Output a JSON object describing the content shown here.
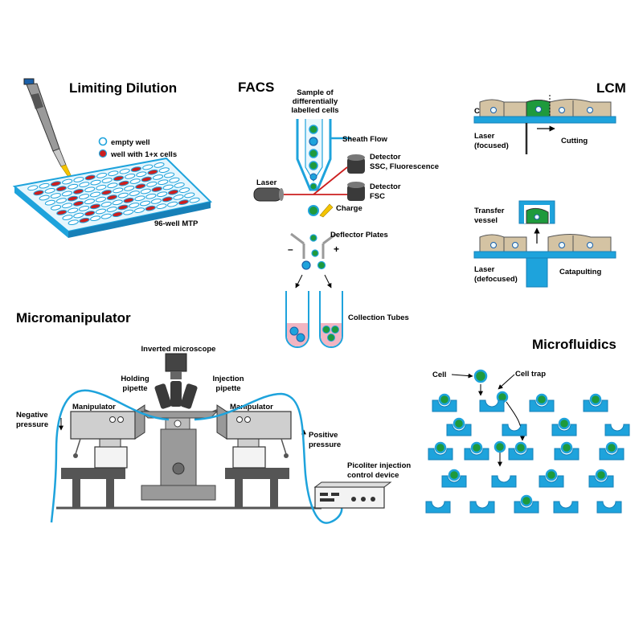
{
  "titles": {
    "limiting_dilution": "Limiting Dilution",
    "facs": "FACS",
    "lcm": "LCM",
    "micromanipulator": "Micromanipulator",
    "microfluidics": "Microfluidics"
  },
  "limiting_dilution": {
    "legend_empty": "empty well",
    "legend_cells": "well with 1+x cells",
    "plate_label": "96-well MTP"
  },
  "facs": {
    "sample_line1": "Sample of",
    "sample_line2": "differentially",
    "sample_line3": "labelled cells",
    "sheath_flow": "Sheath Flow",
    "detector1_line1": "Detector",
    "detector1_line2": "SSC, Fluorescence",
    "laser": "Laser",
    "detector2_line1": "Detector",
    "detector2_line2": "FSC",
    "charge": "Charge",
    "deflector_plates": "Deflector Plates",
    "minus": "–",
    "plus": "+",
    "collection_tubes": "Collection Tubes"
  },
  "lcm": {
    "cells": "Cells",
    "laser_focused_line1": "Laser",
    "laser_focused_line2": "(focused)",
    "cutting": "Cutting",
    "transfer_line1": "Transfer",
    "transfer_line2": "vessel",
    "laser_defocused_line1": "Laser",
    "laser_defocused_line2": "(defocused)",
    "catapulting": "Catapulting"
  },
  "micromanipulator": {
    "inverted_microscope": "Inverted microscope",
    "holding_line1": "Holding",
    "holding_line2": "pipette",
    "injection_line1": "Injection",
    "injection_line2": "pipette",
    "manipulator_left": "Manipulator",
    "manipulator_right": "Manipulator",
    "negative_line1": "Negative",
    "negative_line2": "pressure",
    "positive_line1": "Positive",
    "positive_line2": "pressure",
    "picoliter_line1": "Picoliter injection",
    "picoliter_line2": "control device"
  },
  "microfluidics": {
    "cell": "Cell",
    "cell_trap": "Cell trap"
  },
  "colors": {
    "cyan": "#1ea3dc",
    "red": "#cc1f1f",
    "green": "#1e9a3c",
    "tan": "#d4c3a3",
    "gray": "#8c8c8c",
    "dark": "#3a3a3a"
  },
  "icons": [
    "pipette-icon",
    "multiwell-plate-icon",
    "flow-nozzle-icon",
    "collection-tube-icon",
    "microscope-icon",
    "manipulator-icon",
    "cell-trap-icon"
  ]
}
